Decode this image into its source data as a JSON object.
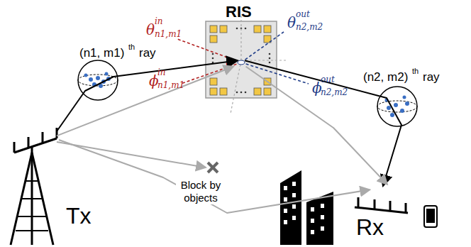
{
  "diagram": {
    "nodes": [
      {
        "text": [
          "Tx"
        ]
      },
      {
        "text": [
          "RIS"
        ]
      },
      {
        "text": [
          "Rx"
        ]
      }
    ],
    "edges": [
      {
        "from": 0,
        "to": 1,
        "arrow": "to"
      },
      {
        "from": 1,
        "to": 2,
        "arrow": "to"
      },
      {
        "from": 0,
        "to": 1,
        "arrow": "to"
      },
      {
        "from": 0,
        "to": 2,
        "arrow": "to"
      },
      {
        "from": 1,
        "to": 2,
        "arrow": "to"
      }
    ],
    "labels": [
      "(n1, m1)",
      "th",
      "ray",
      "(n2, m2)",
      "th",
      "ray",
      "θ",
      "in",
      "n1,m1",
      "ϕ",
      "in",
      "n1,m1",
      "θ",
      "out",
      "n2,m2",
      "ϕ",
      "out",
      "n2,m2",
      "Block by objects"
    ]
  }
}
